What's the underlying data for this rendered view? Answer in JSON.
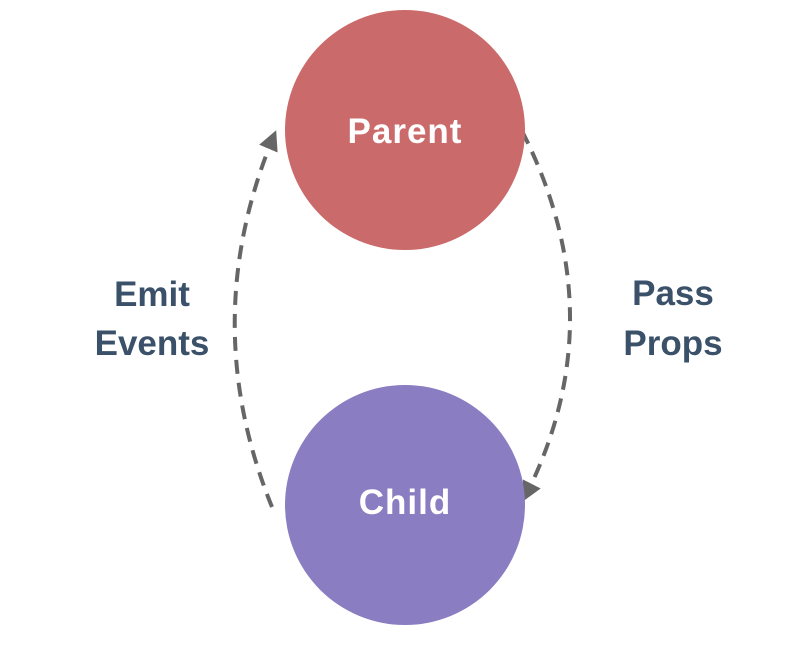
{
  "diagram": {
    "nodes": [
      {
        "id": "parent",
        "label": "Parent"
      },
      {
        "id": "child",
        "label": "Child"
      }
    ],
    "edges": [
      {
        "from": "child",
        "to": "parent",
        "style": "dashed-curved-arrow",
        "side": "left",
        "label_lines": [
          "Emit",
          "Events"
        ]
      },
      {
        "from": "parent",
        "to": "child",
        "style": "dashed-curved-arrow",
        "side": "right",
        "label_lines": [
          "Pass",
          "Props"
        ]
      }
    ]
  },
  "colors": {
    "parent_node": "#CB6A6A",
    "child_node": "#8A7DC1",
    "node_label_text": "#FFFFFF",
    "edge_label_text": "#3A5169",
    "arrow": "#666666",
    "background": "#FFFFFF"
  }
}
